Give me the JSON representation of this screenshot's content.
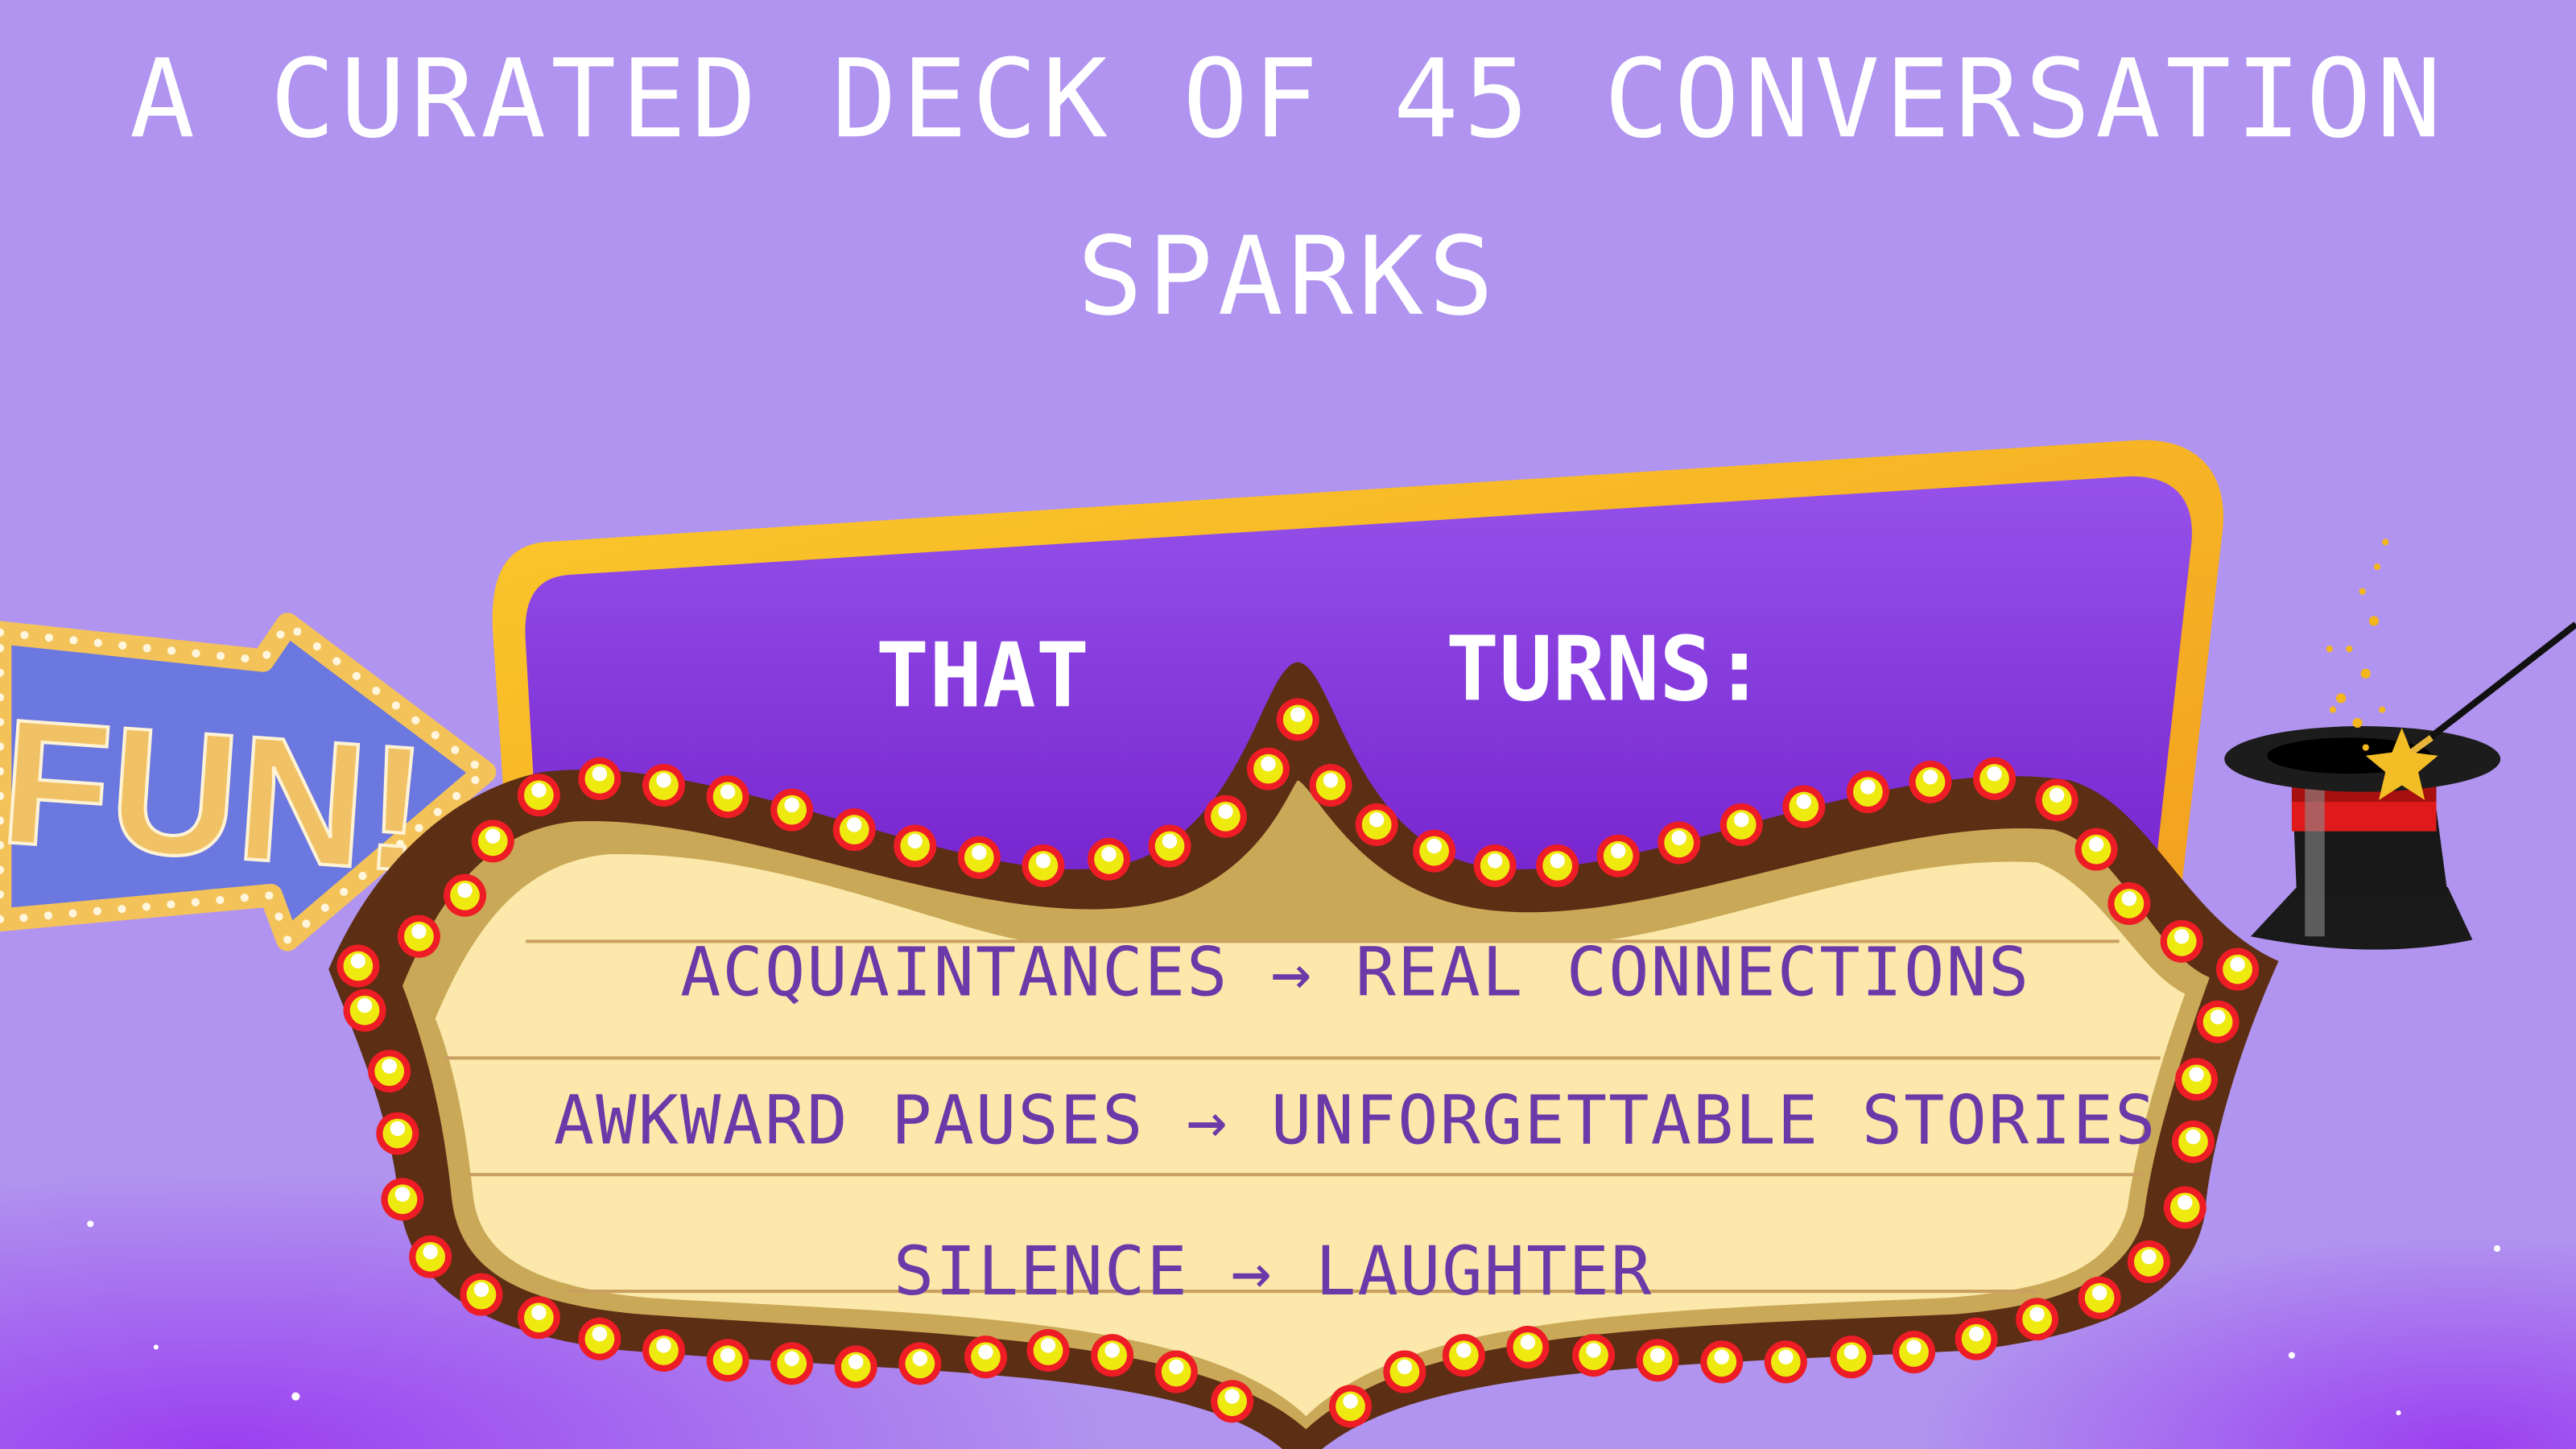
{
  "title": {
    "line1": "A CURATED DECK OF 45 CONVERSATION",
    "line2": "SPARKS"
  },
  "sign": {
    "word_left": "THAT",
    "word_right": "TURNS:"
  },
  "marquee": {
    "lines": [
      "ACQUAINTANCES → REAL CONNECTIONS",
      "AWKWARD PAUSES → UNFORGETTABLE STORIES",
      "SILENCE → LAUGHTER"
    ]
  },
  "arrow_sign": {
    "label": "FUN!"
  },
  "colors": {
    "background": "#b094ef",
    "sign_purple": "#8a3fe0",
    "sign_gold": "#f6b82a",
    "marquee_brown": "#5c2e14",
    "marquee_tan": "#c9a957",
    "marquee_cream": "#fce8ab",
    "text_purple": "#6a3aa8",
    "bulb_red": "#ee1c25",
    "bulb_yellow": "#eeea10"
  }
}
